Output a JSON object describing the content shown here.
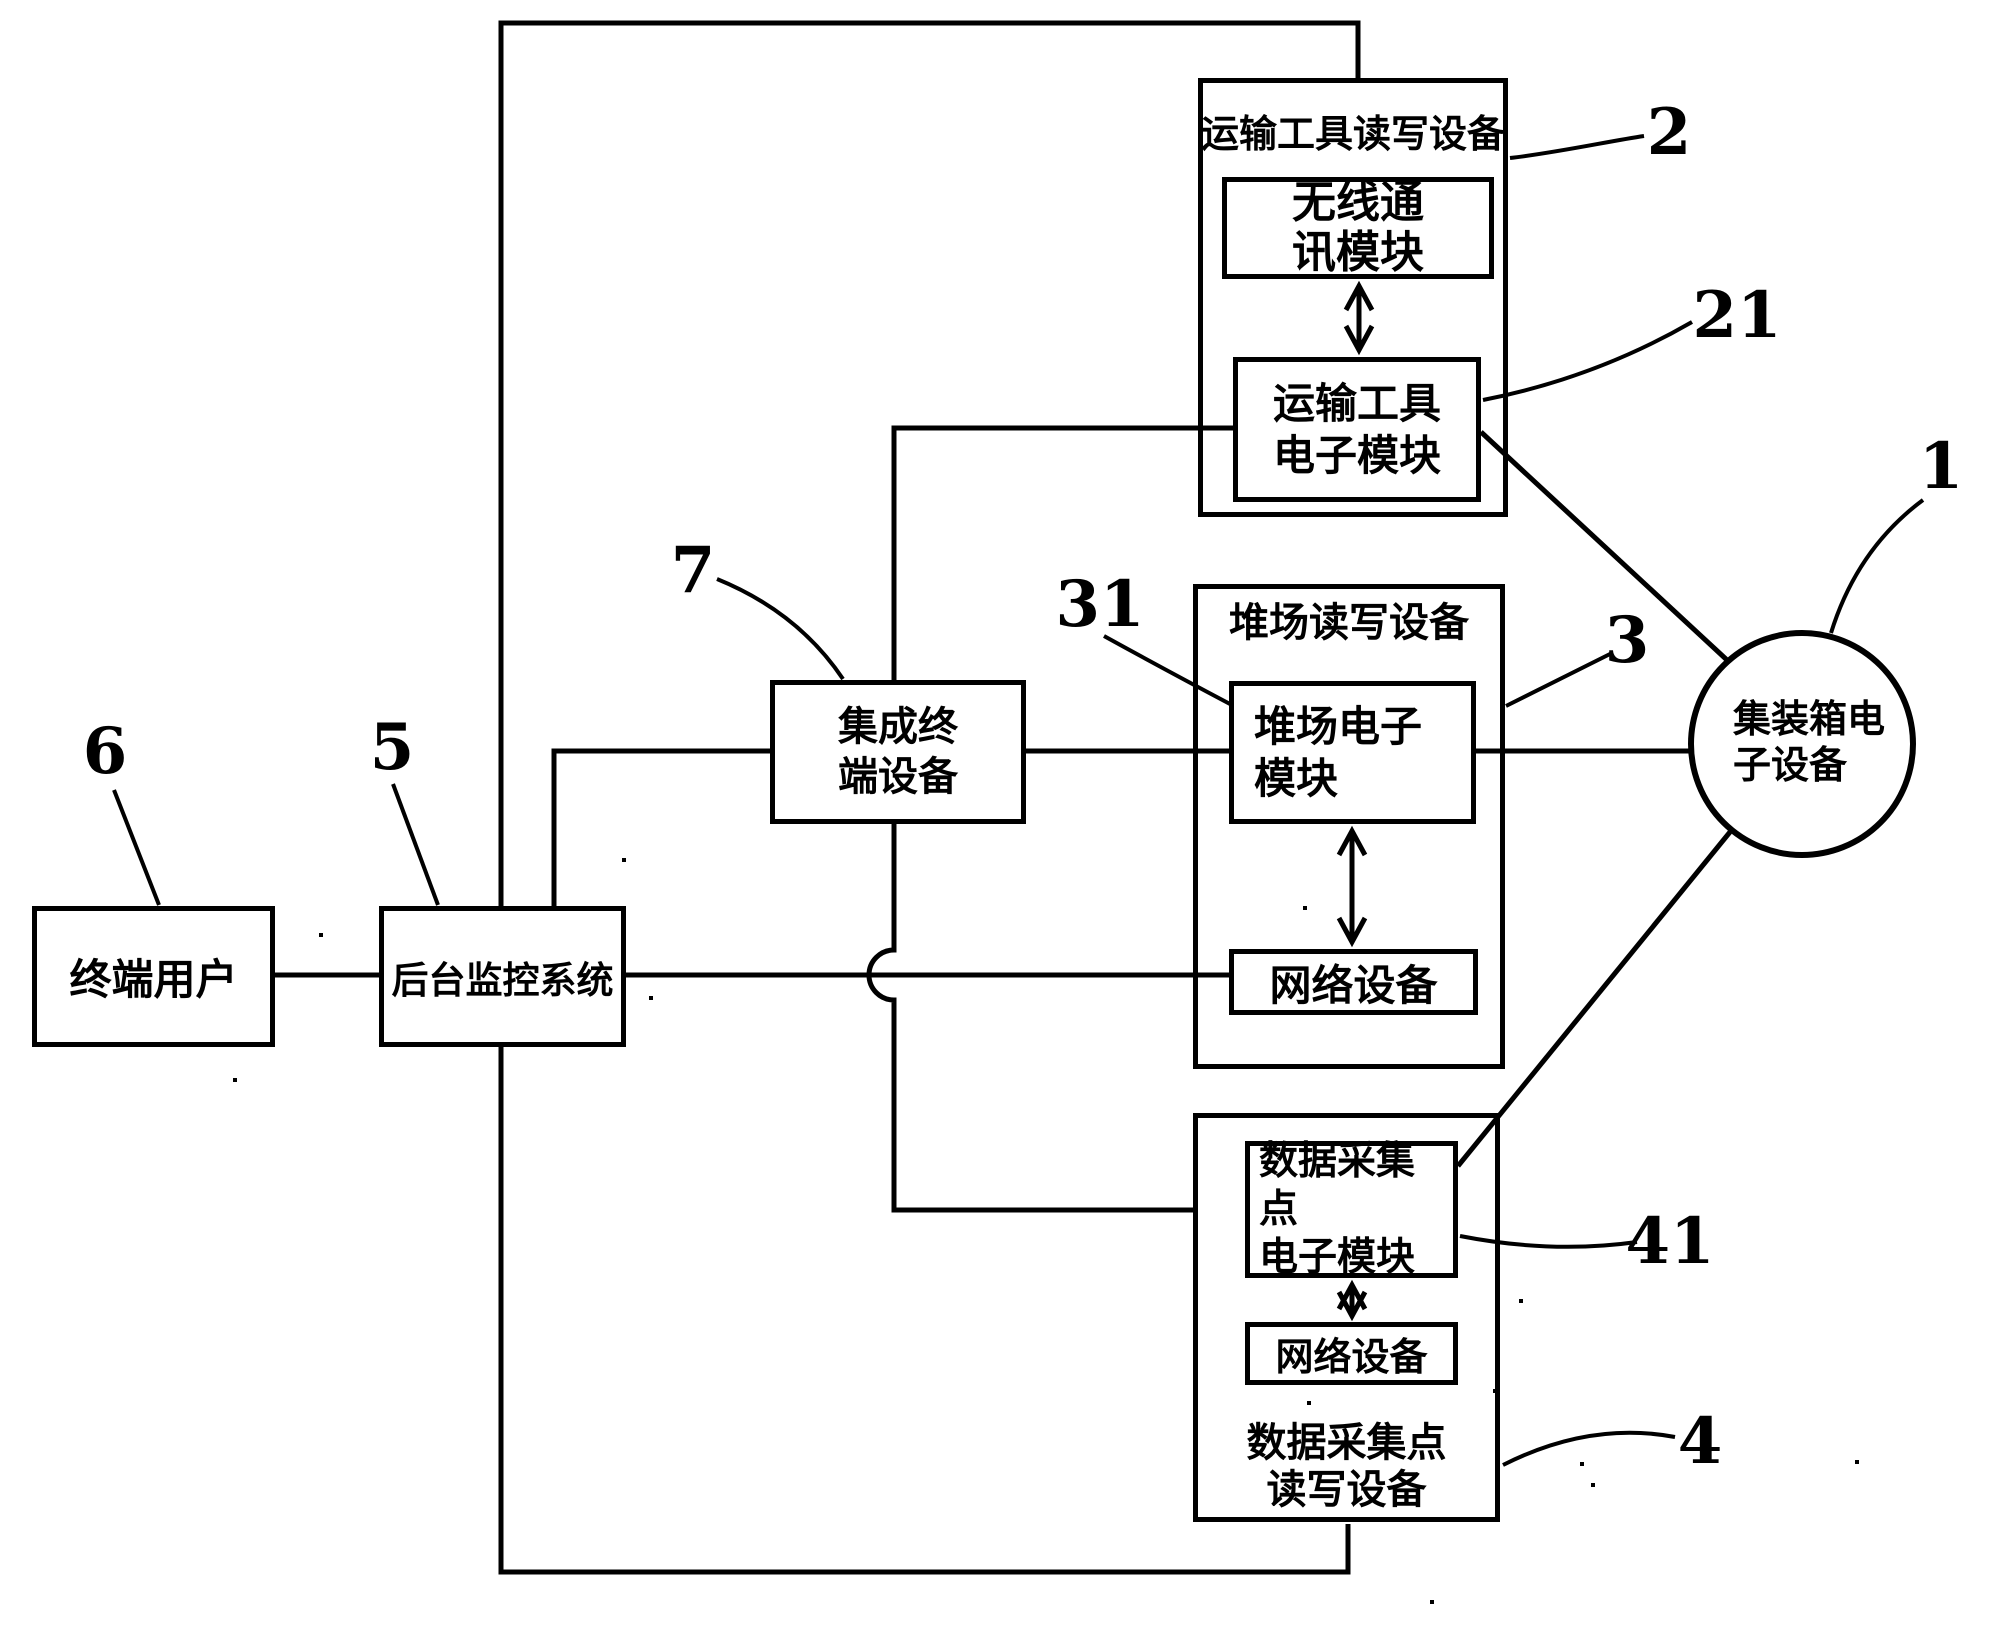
{
  "diagram": {
    "colors": {
      "ink": "#000000",
      "background": "#ffffff"
    },
    "nodes": {
      "terminal_user": {
        "label": "终端用户"
      },
      "monitoring_system": {
        "label": "后台监控系统"
      },
      "integrated_terminal": {
        "line1": "集成终",
        "line2": "端设备"
      },
      "transport_reader": {
        "title": "运输工具读写设备"
      },
      "wireless_comm_module": {
        "line1": "无线通",
        "line2": "讯模块"
      },
      "transport_electronic_module": {
        "line1": "运输工具",
        "line2": "电子模块"
      },
      "yard_reader": {
        "title": "堆场读写设备"
      },
      "yard_electronic_module": {
        "line1": "堆场电子",
        "line2": "模块"
      },
      "yard_network_device": {
        "label": "网络设备"
      },
      "data_point_reader": {
        "title_line1": "数据采集点",
        "title_line2": "读写设备"
      },
      "data_point_electronic_module": {
        "line1": "数据采集点",
        "line2": "电子模块"
      },
      "data_point_network_device": {
        "label": "网络设备"
      },
      "container_electronic_device": {
        "line1": "集装箱电",
        "line2": "子设备"
      }
    },
    "ref_labels": {
      "container_electronic_device": "1",
      "transport_reader": "2",
      "transport_electronic_module": "21",
      "yard_reader": "3",
      "yard_electronic_module": "31",
      "data_point_reader": "4",
      "data_point_electronic_module": "41",
      "monitoring_system": "5",
      "terminal_user": "6",
      "integrated_terminal": "7"
    }
  }
}
